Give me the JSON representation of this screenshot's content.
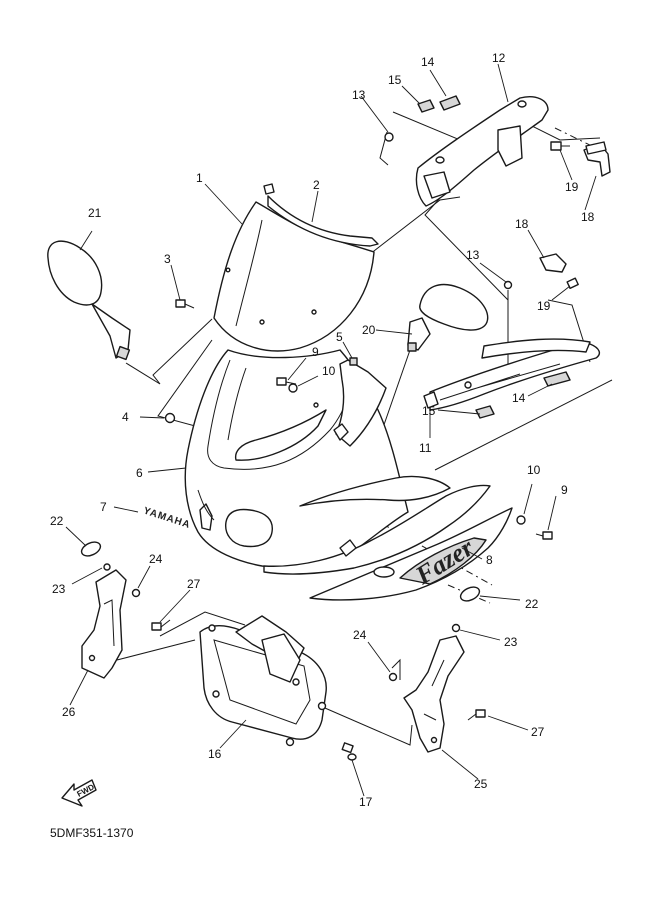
{
  "callouts": {
    "c1": "1",
    "c2": "2",
    "c3": "3",
    "c4": "4",
    "c5": "5",
    "c6": "6",
    "c7": "7",
    "c8": "8",
    "c9a": "9",
    "c9b": "9",
    "c10a": "10",
    "c10b": "10",
    "c11": "11",
    "c12": "12",
    "c13a": "13",
    "c13b": "13",
    "c14a": "14",
    "c14b": "14",
    "c15a": "15",
    "c15b": "15",
    "c16": "16",
    "c17": "17",
    "c18a": "18",
    "c18b": "18",
    "c19a": "19",
    "c19b": "19",
    "c20": "20",
    "c21": "21",
    "c22a": "22",
    "c22b": "22",
    "c23a": "23",
    "c23b": "23",
    "c24a": "24",
    "c24b": "24",
    "c25": "25",
    "c26": "26",
    "c27a": "27",
    "c27b": "27"
  },
  "decals": {
    "fazer": "Fazer",
    "yamaha": "YAMAHA"
  },
  "fwd_arrow_label": "FWD",
  "drawing_code": "5DMF351-1370"
}
